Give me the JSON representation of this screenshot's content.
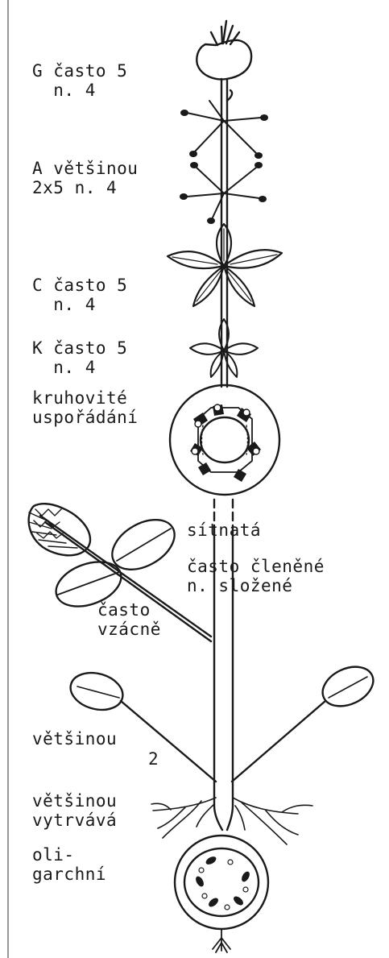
{
  "labels": {
    "gynoecium": "G často 5\n  n. 4",
    "androecium": "A většinou\n2x5 n. 4",
    "corolla": "C často 5\n  n. 4",
    "calyx": "K často 5\n  n. 4",
    "vascular_arrangement": "kruhovité\nuspořádání",
    "venation": "sítnatá",
    "leaf_shape": "často členěné\nn. složené",
    "stipules": "často\nvzácně",
    "cotyledons": "většinou",
    "cotyledon_count": "2",
    "root_system": "většinou\nvytrvává",
    "root_xylem": "oli-\ngarchní"
  }
}
